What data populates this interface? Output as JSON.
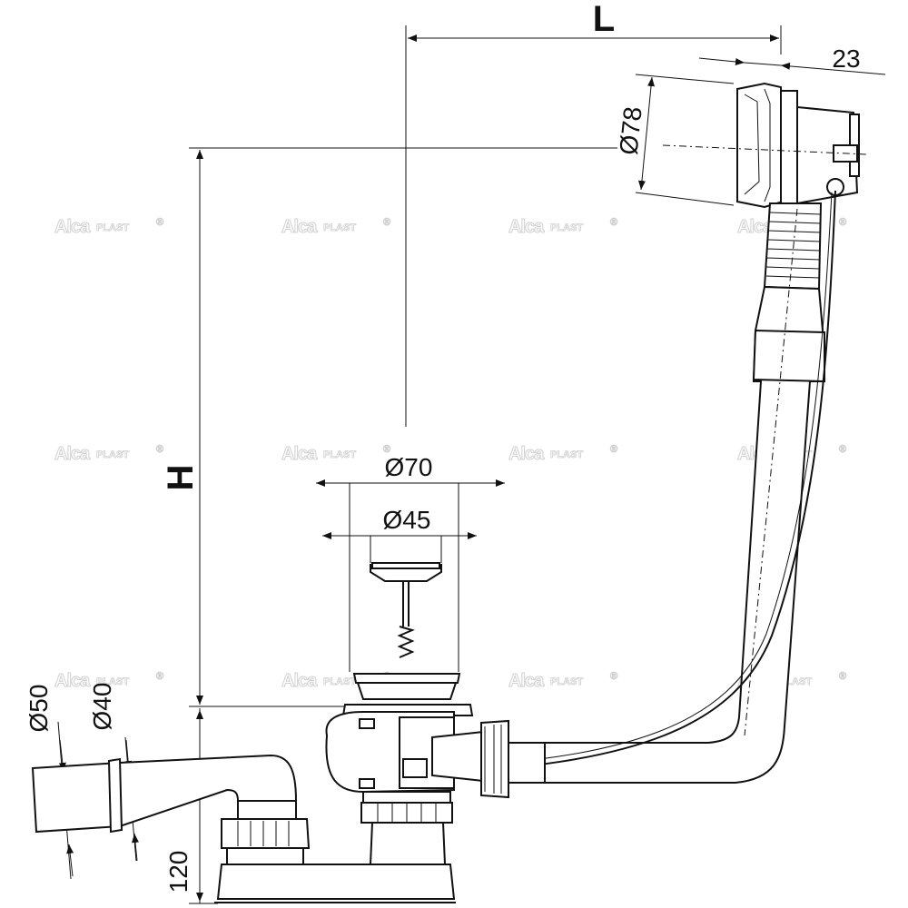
{
  "diagram": {
    "watermark": {
      "brand_left": "Alca",
      "brand_right": "PLAST",
      "mark": "®"
    },
    "dimensions": {
      "length": "L",
      "height": "H",
      "overflow_diameter": "Ø78",
      "overflow_depth": "23",
      "plug_outer_diameter": "Ø70",
      "plug_inner_diameter": "Ø45",
      "outlet_outer_diameter": "Ø50",
      "outlet_inner_diameter": "Ø40",
      "trap_height": "120"
    },
    "colors": {
      "line": "#111111",
      "watermark": "#d0d0d0",
      "background": "#ffffff"
    }
  }
}
